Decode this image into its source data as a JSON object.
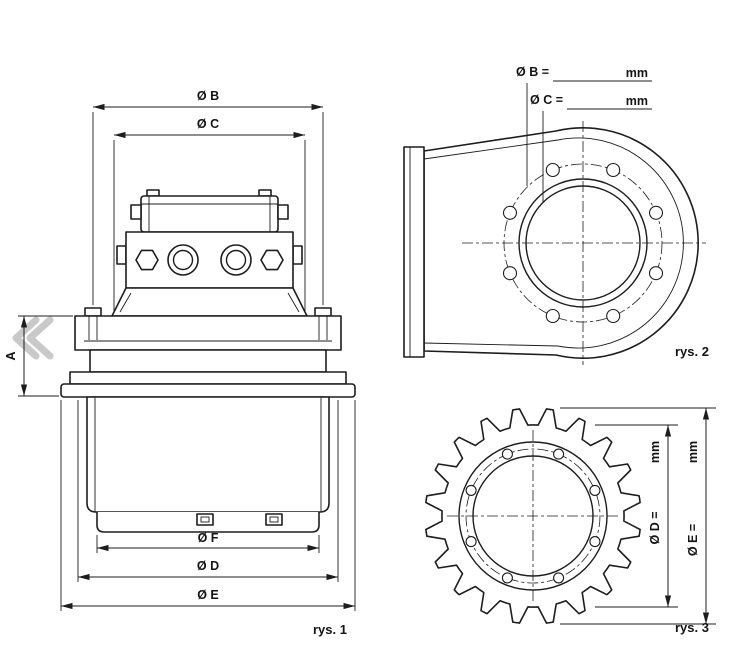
{
  "colors": {
    "line": "#1d1d1d",
    "watermark": "#c9c9c9",
    "background": "#ffffff"
  },
  "figure1": {
    "caption": "rys. 1",
    "dim_a": "A",
    "dim_b": "Ø B",
    "dim_c": "Ø C",
    "dim_f": "Ø F",
    "dim_d": "Ø D",
    "dim_e": "Ø E"
  },
  "figure2": {
    "caption": "rys. 2",
    "dim_b_label": "Ø B =",
    "dim_b_unit": "mm",
    "dim_c_label": "Ø C =",
    "dim_c_unit": "mm"
  },
  "figure3": {
    "caption": "rys. 3",
    "dim_d_label": "Ø D =",
    "dim_d_unit": "mm",
    "dim_e_label": "Ø E =",
    "dim_e_unit": "mm"
  }
}
